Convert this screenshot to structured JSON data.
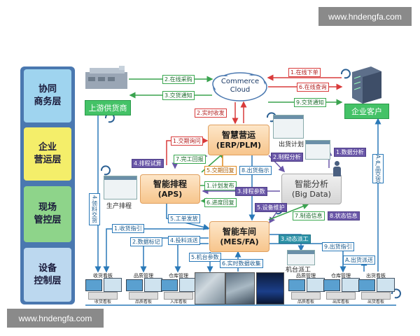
{
  "watermark": "www.hndengfa.com",
  "layers": [
    {
      "label": "协同\n商务层",
      "color": "#9fd4ef"
    },
    {
      "label": "企业\n营运层",
      "color": "#f4ee6a"
    },
    {
      "label": "现场\n管控层",
      "color": "#8ed48a"
    },
    {
      "label": "设备\n控制层",
      "color": "#bcd8ef"
    }
  ],
  "nodes": {
    "supplier": "上游供货商",
    "customer": "企业客户",
    "cloud_line1": "Commerce",
    "cloud_line2": "Cloud",
    "erp_title": "智慧营运",
    "erp_sub": "(ERP/PLM)",
    "aps_title": "智能排程",
    "aps_sub": "(APS)",
    "bigdata_title": "智能分析",
    "bigdata_sub": "(Big Data)",
    "mes_title": "智能车间",
    "mes_sub": "(MES/FA)"
  },
  "captions": {
    "shipment_plan": "出货计划",
    "production_schedule": "生产排程",
    "machine_dispatch": "机台派工"
  },
  "labels": {
    "online_purchase": "2.在线采购",
    "order_notice": "3.交货通知",
    "realtime_receive": "2.实时收发",
    "online_order": "1.在线下单",
    "online_query": "6.在线查询",
    "delivery_notice": "9.交货通知",
    "trade_terms": "1.交期询问",
    "schedule_trial": "4.排程试算",
    "complete_report": "7.完工回报",
    "delivery_reply": "5.交期回复",
    "shipment_hint": "8.出货指示",
    "data_analysis": "1.数据分析",
    "decision_analysis": "2.制程分析",
    "plan_release": "1.计划发布",
    "schedule_params": "3.排程参数",
    "progress_reply": "6.进度回复",
    "equipment_maint": "5.设备维护",
    "work_report": "5.工单发放",
    "process_info": "7.制造信息",
    "status_info": "8.状态信息",
    "material_info": "4.领料交货",
    "collect_guide": "1.收货指引",
    "data_mark": "2.数据标记",
    "material_dispatch": "4.投料派送",
    "machine_params": "5.机台参数",
    "realtime_collect": "6.实时数据收集",
    "dynamic_dispatch": "3.动态派工",
    "shipment_guide": "9.出货指引",
    "shipment_delivery": "A.出货派送",
    "procurement_qc": "A.产品交货"
  },
  "stations": [
    {
      "title": "收货看板",
      "sub": "收货看板"
    },
    {
      "title": "品质管理",
      "sub": "品质看板"
    },
    {
      "title": "仓库管理",
      "sub": "入库看板"
    },
    {
      "title": "品质管理",
      "sub": "品质看板"
    },
    {
      "title": "仓库管理",
      "sub": "出库看板"
    },
    {
      "title": "出货看板",
      "sub": "出货看板"
    }
  ]
}
